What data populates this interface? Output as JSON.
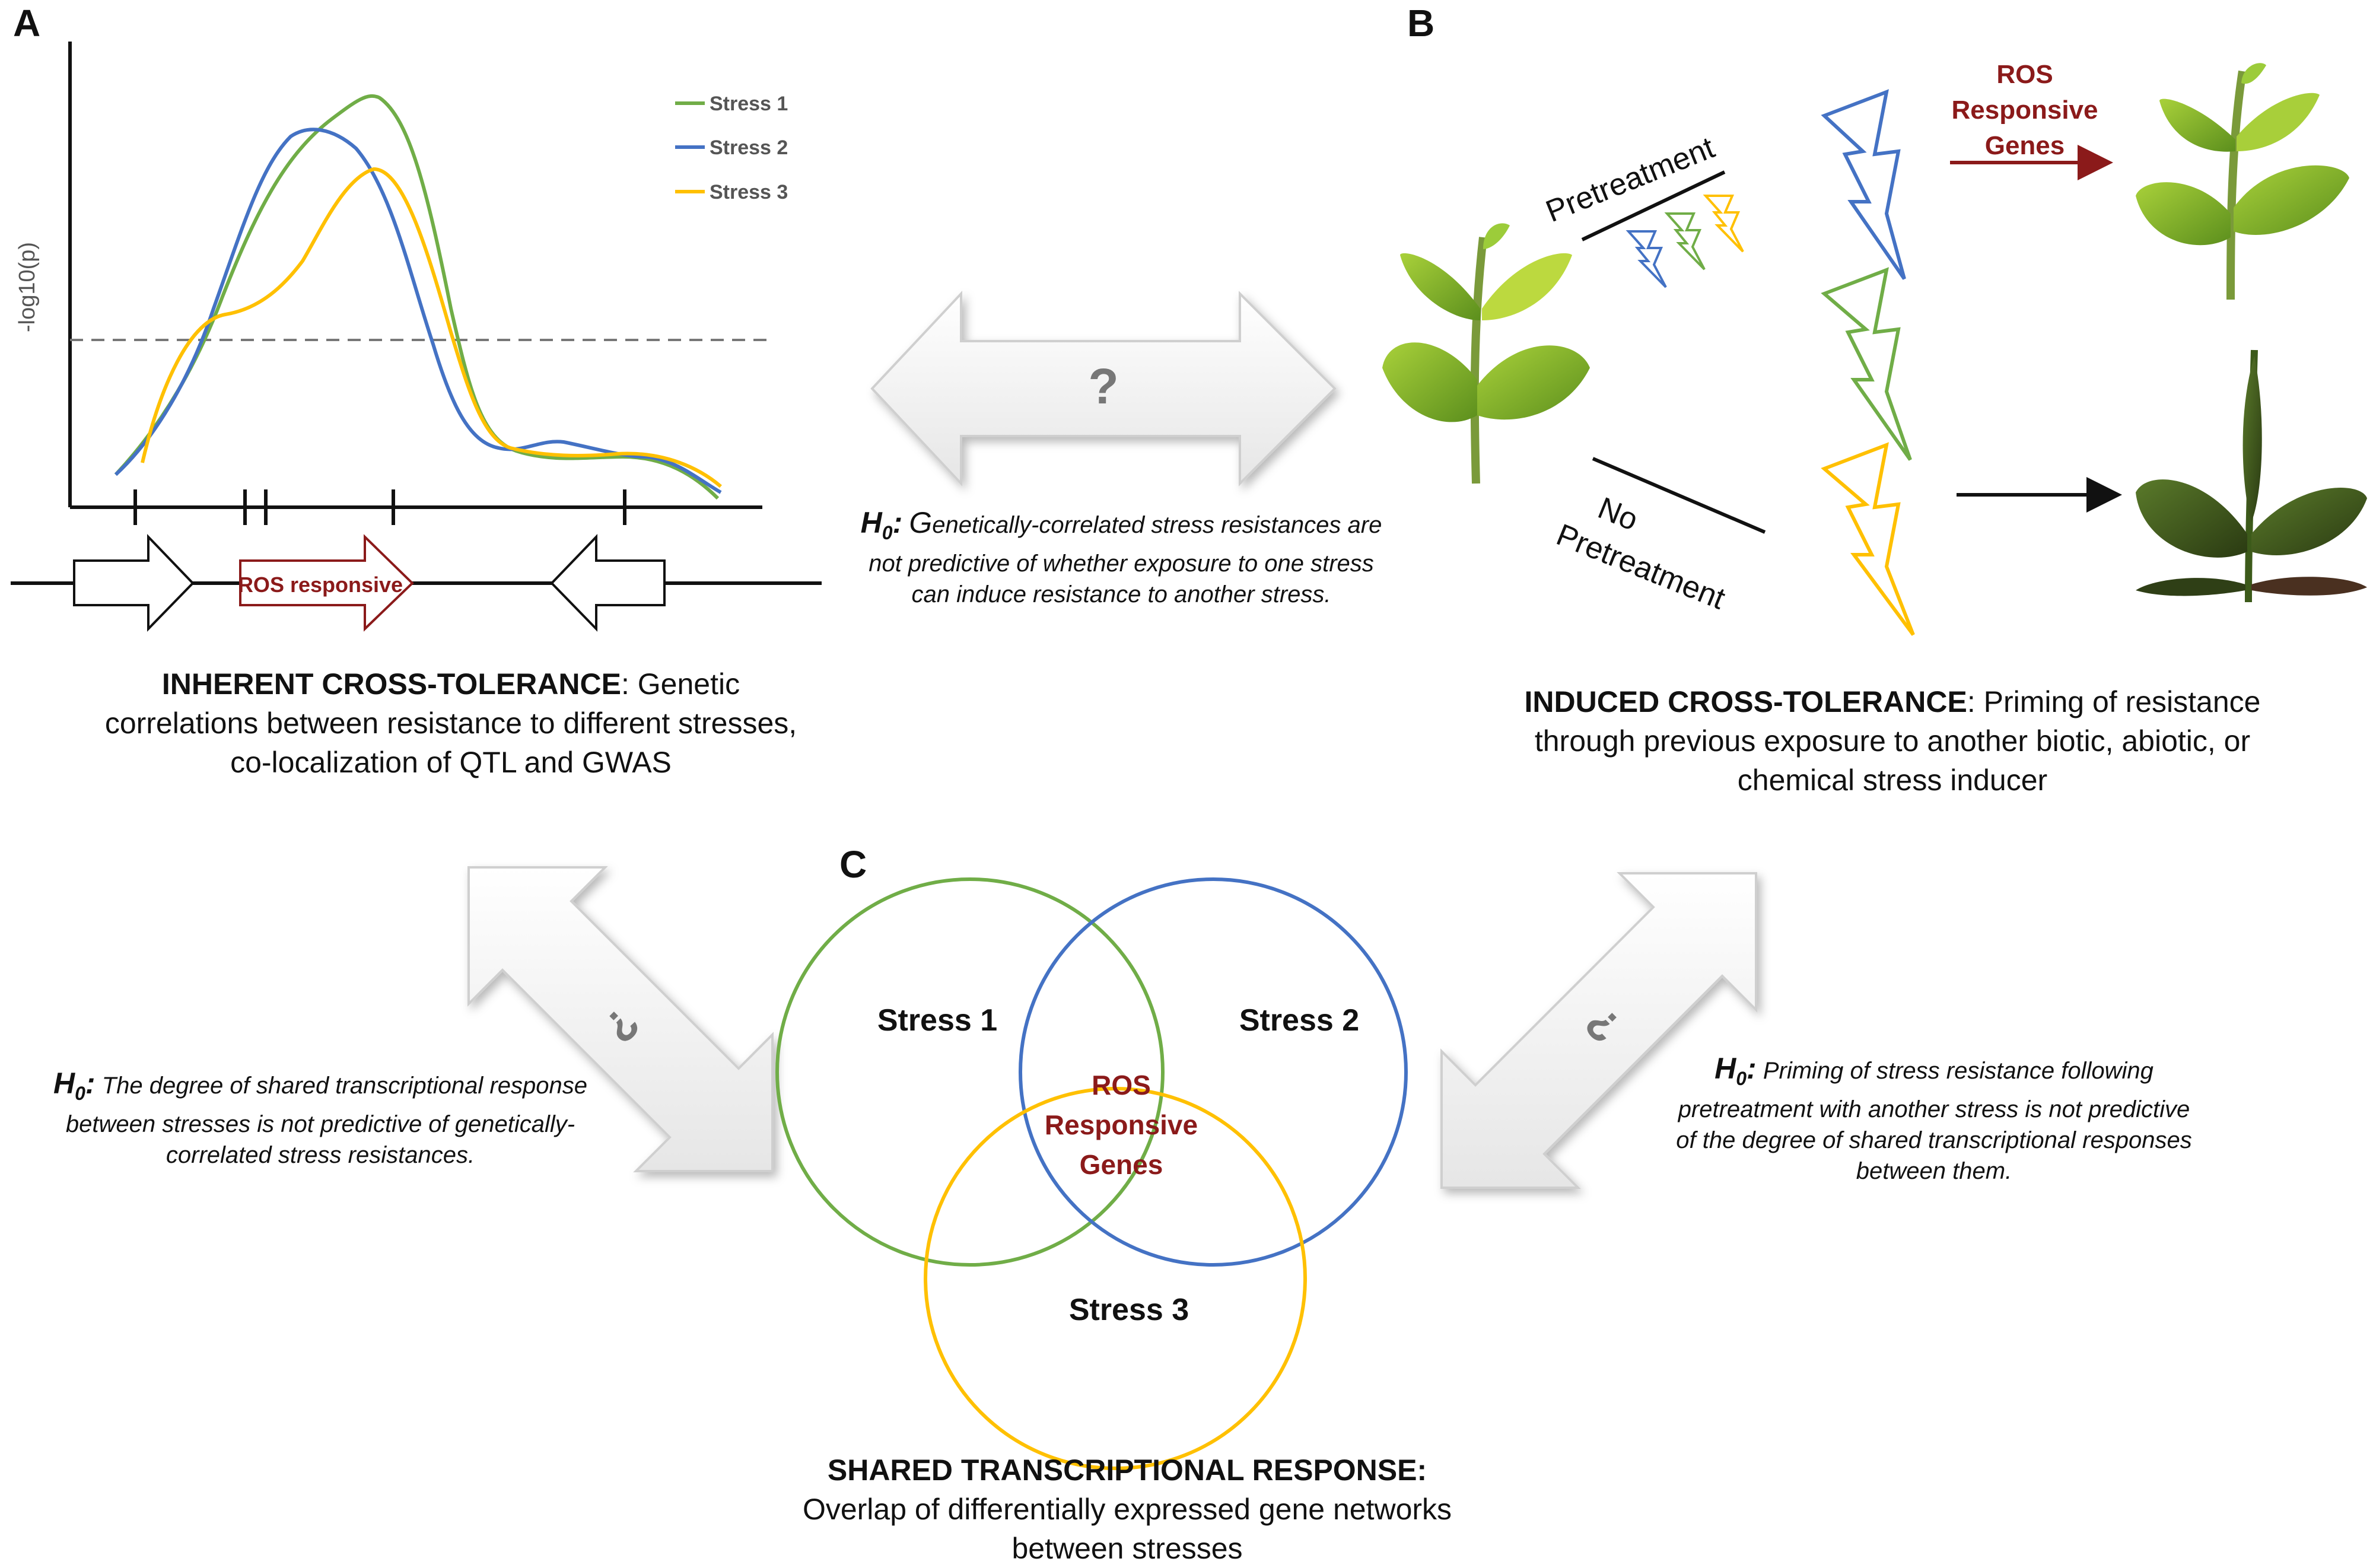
{
  "panels": {
    "a": "A",
    "b": "B",
    "c": "C"
  },
  "panel_a": {
    "ylabel": "-log10(p)",
    "legend": [
      "Stress 1",
      "Stress 2",
      "Stress 3"
    ],
    "colors": {
      "stress1": "#70AD47",
      "stress2": "#4472C4",
      "stress3": "#FFC000"
    },
    "gene_label": "ROS responsive",
    "caption_bold": "INHERENT CROSS-TOLERANCE",
    "caption_rest": ": Genetic correlations between resistance to different stresses, co-localization of QTL and GWAS"
  },
  "center_top": {
    "question": "?",
    "h0_label": "H",
    "h0_sub": "0",
    "h0_colon": ":",
    "big_g": "G",
    "text": "enetically-correlated stress resistances are not predictive of whether exposure to one stress can induce resistance to another stress."
  },
  "panel_b": {
    "pretreatment": "Pretreatment",
    "no": "No",
    "no_pretreatment": "Pretreatment",
    "ros_line1": "ROS",
    "ros_line2": "Responsive",
    "ros_line3": "Genes",
    "caption_bold": "INDUCED CROSS-TOLERANCE",
    "caption_rest": ": Priming of resistance through previous exposure to another biotic, abiotic, or chemical stress inducer"
  },
  "left_mid": {
    "question": "?",
    "h0_label": "H",
    "h0_sub": "0",
    "h0_colon": ":",
    "text": "The degree of shared transcriptional response between stresses is not predictive of genetically-correlated stress resistances."
  },
  "right_mid": {
    "question": "?",
    "h0_label": "H",
    "h0_sub": "0",
    "h0_colon": ":",
    "text": "Priming of  stress resistance following pretreatment with another stress is not predictive of the degree of shared transcriptional responses between them."
  },
  "panel_c": {
    "stress1": "Stress 1",
    "stress2": "Stress 2",
    "stress3": "Stress 3",
    "center_line1": "ROS",
    "center_line2": "Responsive",
    "center_line3": "Genes",
    "caption_bold": "SHARED TRANSCRIPTIONAL RESPONSE:",
    "caption_rest": "Overlap of differentially expressed gene networks between stresses"
  },
  "accent": {
    "dark_red": "#8B1A1A",
    "grey": "#777777"
  }
}
